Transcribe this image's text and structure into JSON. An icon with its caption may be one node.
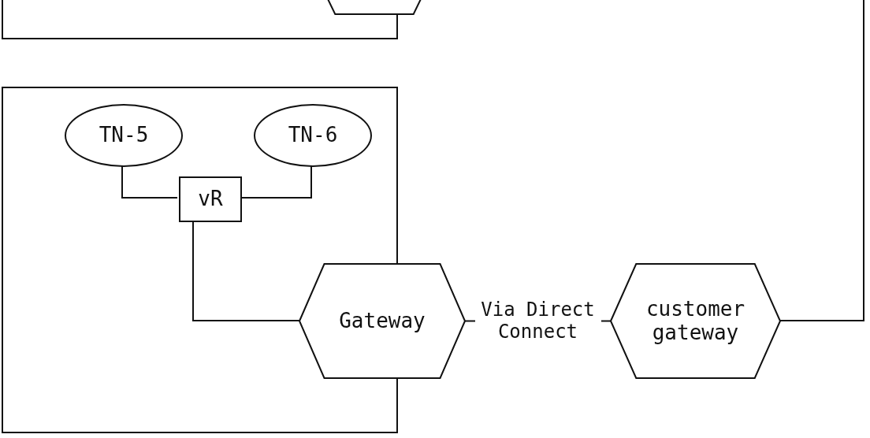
{
  "diagram": {
    "nodes": [
      {
        "text": [],
        "shape": "box"
      },
      {
        "text": [],
        "shape": "hexagon"
      },
      {
        "text": [],
        "shape": "box"
      },
      {
        "text": [
          "TN-5"
        ],
        "in": 2
      },
      {
        "text": [
          "TN-6"
        ],
        "in": 2
      },
      {
        "text": [
          "vR"
        ],
        "in": 2
      },
      {
        "text": [
          "Gateway"
        ]
      },
      {
        "text": [
          "customer gateway"
        ]
      }
    ],
    "edges": [
      {
        "from": 3,
        "to": 5,
        "arrow": "none"
      },
      {
        "from": 5,
        "to": 4,
        "arrow": "none"
      },
      {
        "from": 5,
        "to": 6,
        "arrow": "none"
      },
      {
        "from": 6,
        "to": 7,
        "arrow": "none",
        "label": "Via Direct Connect"
      },
      {
        "from": 7,
        "to": null,
        "arrow": "none"
      }
    ]
  }
}
